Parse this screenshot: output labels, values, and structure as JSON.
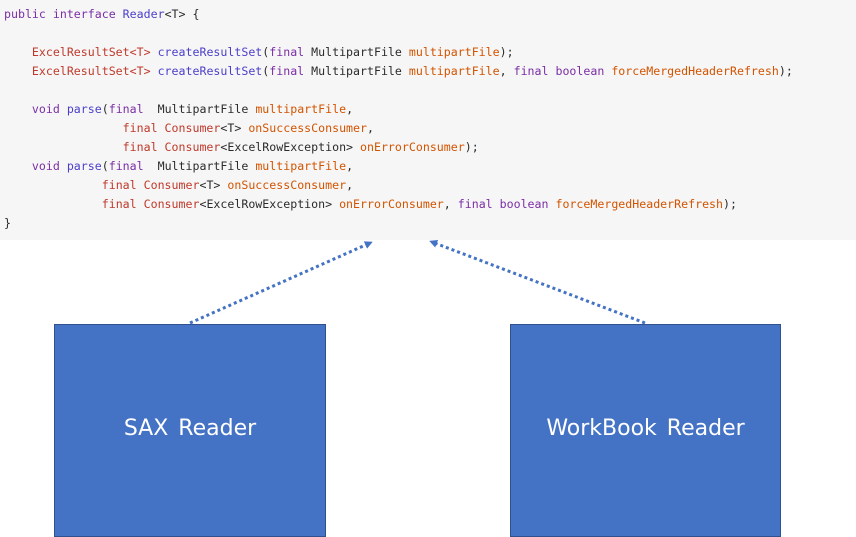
{
  "code": {
    "lines": [
      [
        {
          "text": "public interface ",
          "kind": "keyword"
        },
        {
          "text": "Reader",
          "kind": "method"
        },
        {
          "text": "<T> {",
          "kind": "plain"
        }
      ],
      [
        {
          "text": "",
          "kind": "plain"
        }
      ],
      [
        {
          "text": "    ",
          "kind": "plain"
        },
        {
          "text": "ExcelResultSet<T>",
          "kind": "type"
        },
        {
          "text": " ",
          "kind": "plain"
        },
        {
          "text": "createResultSet",
          "kind": "method"
        },
        {
          "text": "(",
          "kind": "plain"
        },
        {
          "text": "final",
          "kind": "keyword"
        },
        {
          "text": " MultipartFile ",
          "kind": "plain"
        },
        {
          "text": "multipartFile",
          "kind": "param"
        },
        {
          "text": ");",
          "kind": "plain"
        }
      ],
      [
        {
          "text": "    ",
          "kind": "plain"
        },
        {
          "text": "ExcelResultSet<T>",
          "kind": "type"
        },
        {
          "text": " ",
          "kind": "plain"
        },
        {
          "text": "createResultSet",
          "kind": "method"
        },
        {
          "text": "(",
          "kind": "plain"
        },
        {
          "text": "final",
          "kind": "keyword"
        },
        {
          "text": " MultipartFile ",
          "kind": "plain"
        },
        {
          "text": "multipartFile",
          "kind": "param"
        },
        {
          "text": ", ",
          "kind": "plain"
        },
        {
          "text": "final boolean",
          "kind": "keyword"
        },
        {
          "text": " ",
          "kind": "plain"
        },
        {
          "text": "forceMergedHeaderRefresh",
          "kind": "param"
        },
        {
          "text": ");",
          "kind": "plain"
        }
      ],
      [
        {
          "text": "",
          "kind": "plain"
        }
      ],
      [
        {
          "text": "    ",
          "kind": "plain"
        },
        {
          "text": "void",
          "kind": "keyword"
        },
        {
          "text": " ",
          "kind": "plain"
        },
        {
          "text": "parse",
          "kind": "method"
        },
        {
          "text": "(",
          "kind": "plain"
        },
        {
          "text": "final",
          "kind": "keyword"
        },
        {
          "text": "  MultipartFile ",
          "kind": "plain"
        },
        {
          "text": "multipartFile",
          "kind": "param"
        },
        {
          "text": ",",
          "kind": "plain"
        }
      ],
      [
        {
          "text": "                 ",
          "kind": "plain"
        },
        {
          "text": "final Consumer",
          "kind": "type"
        },
        {
          "text": "<T> ",
          "kind": "plain"
        },
        {
          "text": "onSuccessConsumer",
          "kind": "param"
        },
        {
          "text": ",",
          "kind": "plain"
        }
      ],
      [
        {
          "text": "                 ",
          "kind": "plain"
        },
        {
          "text": "final Consumer",
          "kind": "type"
        },
        {
          "text": "<ExcelRowException> ",
          "kind": "plain"
        },
        {
          "text": "onErrorConsumer",
          "kind": "param"
        },
        {
          "text": ");",
          "kind": "plain"
        }
      ],
      [
        {
          "text": "    ",
          "kind": "plain"
        },
        {
          "text": "void",
          "kind": "keyword"
        },
        {
          "text": " ",
          "kind": "plain"
        },
        {
          "text": "parse",
          "kind": "method"
        },
        {
          "text": "(",
          "kind": "plain"
        },
        {
          "text": "final",
          "kind": "keyword"
        },
        {
          "text": "  MultipartFile ",
          "kind": "plain"
        },
        {
          "text": "multipartFile",
          "kind": "param"
        },
        {
          "text": ",",
          "kind": "plain"
        }
      ],
      [
        {
          "text": "              ",
          "kind": "plain"
        },
        {
          "text": "final Consumer",
          "kind": "type"
        },
        {
          "text": "<T> ",
          "kind": "plain"
        },
        {
          "text": "onSuccessConsumer",
          "kind": "param"
        },
        {
          "text": ",",
          "kind": "plain"
        }
      ],
      [
        {
          "text": "              ",
          "kind": "plain"
        },
        {
          "text": "final Consumer",
          "kind": "type"
        },
        {
          "text": "<ExcelRowException> ",
          "kind": "plain"
        },
        {
          "text": "onErrorConsumer",
          "kind": "param"
        },
        {
          "text": ", ",
          "kind": "plain"
        },
        {
          "text": "final boolean",
          "kind": "keyword"
        },
        {
          "text": " ",
          "kind": "plain"
        },
        {
          "text": "forceMergedHeaderRefresh",
          "kind": "param"
        },
        {
          "text": ");",
          "kind": "plain"
        }
      ],
      [
        {
          "text": "}",
          "kind": "plain"
        }
      ]
    ]
  },
  "boxes": {
    "sax_label": "SAX Reader",
    "workbook_label": "WorkBook Reader"
  },
  "colors": {
    "box_fill": "#4472c4",
    "arrow": "#4472c4",
    "code_background": "#f6f6f6"
  }
}
